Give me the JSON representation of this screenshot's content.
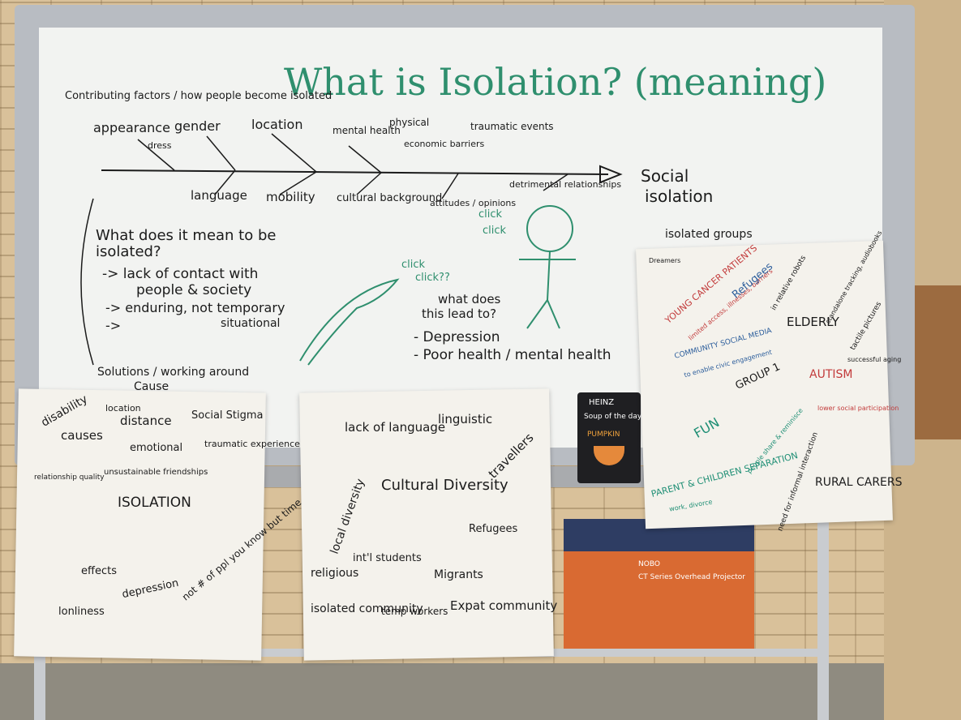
{
  "whiteboard": {
    "title": "What is Isolation? (meaning)",
    "contributing": "Contributing factors / how people become isolated",
    "fishbone_top": [
      "appearance",
      "dress",
      "gender",
      "location",
      "mental health",
      "physical",
      "economic barriers",
      "traumatic events"
    ],
    "fishbone_bottom": [
      "language",
      "mobility",
      "cultural background",
      "attitudes / opinions",
      "detrimental relationships"
    ],
    "fishbone_head": [
      "Social",
      "isolation"
    ],
    "question1": [
      "What does it mean to be",
      "isolated?"
    ],
    "answers1": [
      "-> lack of contact with",
      "people & society",
      "-> enduring, not temporary",
      "situational",
      "->"
    ],
    "click1": [
      "click",
      "click??"
    ],
    "click2": [
      "click",
      "click"
    ],
    "question2": [
      "what does",
      "this lead to?"
    ],
    "answers2": [
      "- Depression",
      "- Poor health / mental health"
    ],
    "solutions": [
      "Solutions / working around",
      "Cause"
    ],
    "isolated_groups": "isolated groups"
  },
  "left_sheet": {
    "words": [
      "disability",
      "causes",
      "location",
      "distance",
      "Social Stigma",
      "emotional",
      "traumatic experience",
      "relationship quality",
      "unsustainable friendships",
      "ISOLATION",
      "not # of ppl you know but time spent",
      "effects",
      "depression",
      "lonliness"
    ]
  },
  "middle_sheet": {
    "words": [
      "lack of language",
      "linguistic",
      "travellers",
      "Cultural Diversity",
      "local diversity",
      "Refugees",
      "int'l students",
      "Migrants",
      "religious",
      "isolated community",
      "temp workers",
      "Expat community"
    ]
  },
  "right_sheet": {
    "words": [
      "Dreamers",
      "YOUNG CANCER PATIENTS",
      "limited access, illnesses, barriers",
      "Refugees",
      "in relative robots",
      "standalone tracking, audiobooks",
      "ELDERLY",
      "COMMUNITY SOCIAL MEDIA",
      "to enable civic engagement",
      "tactile pictures",
      "successful aging",
      "GROUP 1",
      "AUTISM",
      "FUN",
      "people share & reminisce",
      "PARENT & CHILDREN SEPARATION",
      "work, divorce",
      "need for informal interaction",
      "RURAL CARERS",
      "lower social participation"
    ]
  },
  "soup": {
    "brand": "HEINZ",
    "name": "Soup of the day",
    "flavour": "PUMPKIN"
  },
  "projector_box": {
    "brand": "NOBO",
    "label": "CT Series Overhead Projector"
  }
}
